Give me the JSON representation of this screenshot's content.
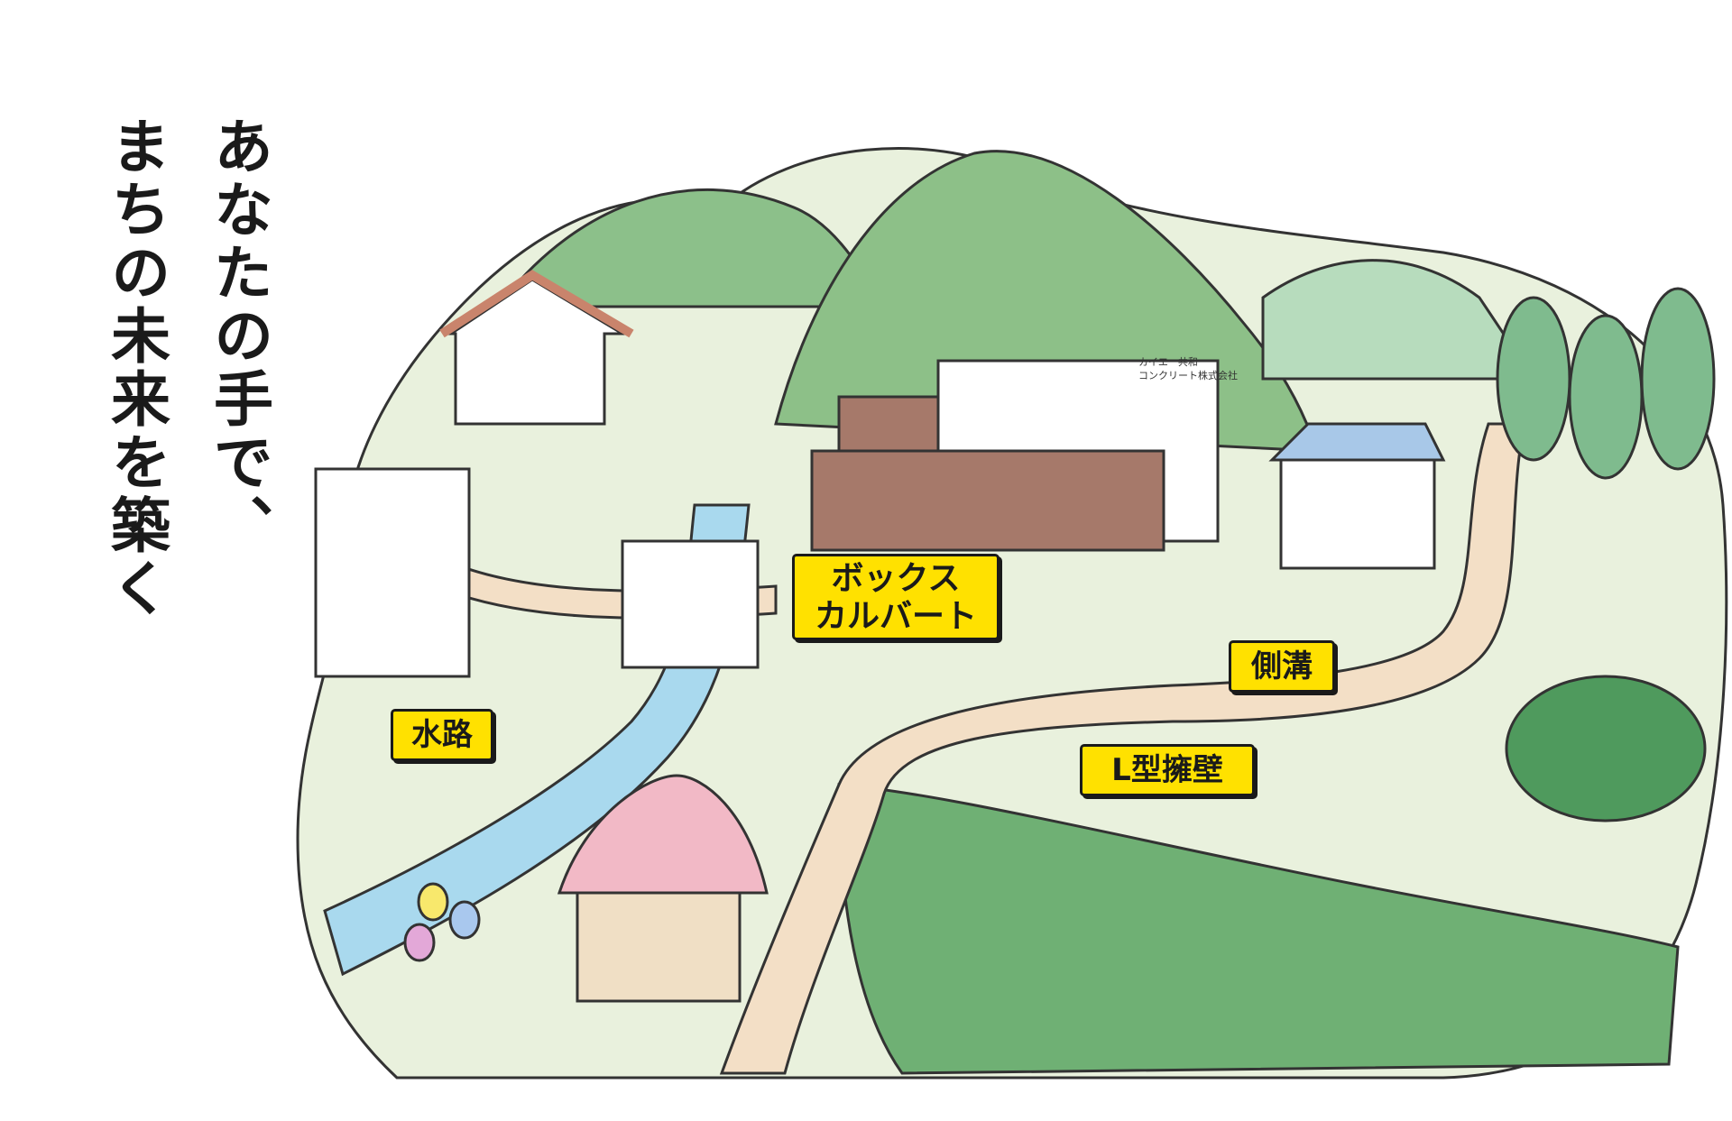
{
  "headline": {
    "line1": "あなたの手で、",
    "line2": "まちの未来を築く"
  },
  "company_sign": {
    "line1": "カイエー共和",
    "line2": "コンクリート株式会社"
  },
  "labels": {
    "box_culvert": [
      "ボックス",
      "カルバート"
    ],
    "side_ditch": "側溝",
    "l_wall": "L型擁壁",
    "waterway": "水路"
  },
  "colors": {
    "label_fill": "#ffe100",
    "outline": "#1a1a1a",
    "hill": "#8cc08a",
    "grass": "#e6efd8",
    "road": "#f3dfc6",
    "water": "#a9d9ee"
  }
}
